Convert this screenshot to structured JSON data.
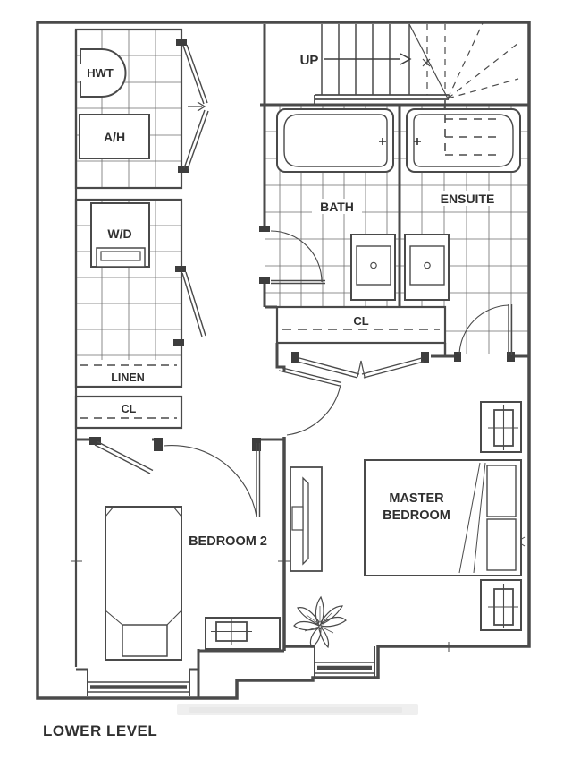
{
  "page": {
    "title": "LOWER LEVEL"
  },
  "floorplan": {
    "labels": {
      "hwt": "HWT",
      "air_handler": "A/H",
      "washer_dryer": "W/D",
      "linen": "LINEN",
      "linen_closet": "CL",
      "stairs_up": "UP",
      "bath": "BATH",
      "ensuite": "ENSUITE",
      "hall_closet": "CL",
      "bedroom2": "BEDROOM 2",
      "master_line1": "MASTER",
      "master_line2": "BEDROOM"
    },
    "colors": {
      "walls": "#4a4a4a",
      "text": "#2f2f2f",
      "tile_grid": "#6f6f6f",
      "background": "#ffffff",
      "watermark": "#efefef"
    }
  }
}
